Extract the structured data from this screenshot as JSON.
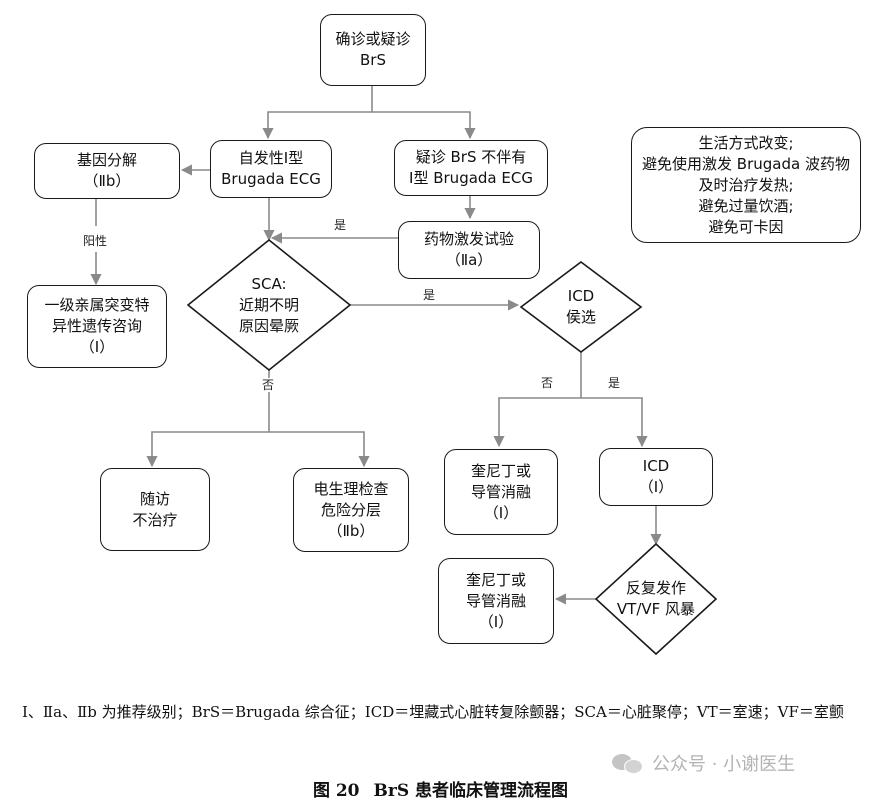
{
  "nodes": {
    "start": "确诊或疑诊\nBrS",
    "gene_test": "基因分解\n（Ⅱb）",
    "type1": "自发性Ⅰ型\nBrugada ECG",
    "suspect": "疑诊 BrS 不伴有\nⅠ型 Brugada ECG",
    "lifestyle": "生活方式改变;\n避免使用激发 Brugada 波药物\n及时治疗发热;\n避免过量饮酒;\n避免可卡因",
    "relative": "一级亲属突变特\n异性遗传咨询\n（Ⅰ）",
    "drug_test": "药物激发试验\n（Ⅱa）",
    "sca": "SCA:\n近期不明\n原因晕厥",
    "icd_candidate": "ICD\n侯选",
    "follow": "随访\n不治疗",
    "ep_study": "电生理检查\n危险分层\n（Ⅱb）",
    "quinidine1": "奎尼丁或\n导管消融\n（Ⅰ）",
    "icd": "ICD\n（Ⅰ）",
    "vt_storm": "反复发作\nVT/VF 风暴",
    "quinidine2": "奎尼丁或\n导管消融\n（Ⅰ）"
  },
  "labels": {
    "positive": "阳性",
    "yes_drug": "是",
    "yes_sca": "是",
    "no_sca": "否",
    "no_icd": "否",
    "yes_icd": "是"
  },
  "legend": "Ⅰ、Ⅱa、Ⅱb 为推荐级别；BrS＝Brugada 综合征；ICD＝埋藏式心脏转复除颤器；SCA＝心脏聚停；VT＝室速；VF＝室颤",
  "caption": {
    "number": "图 20",
    "title": "BrS 患者临床管理流程图"
  },
  "watermark": "公众号 · 小谢医生",
  "colors": {
    "line": "#8a8a8a",
    "border": "#1a1a1a",
    "watermark": "#b3b3b3"
  }
}
